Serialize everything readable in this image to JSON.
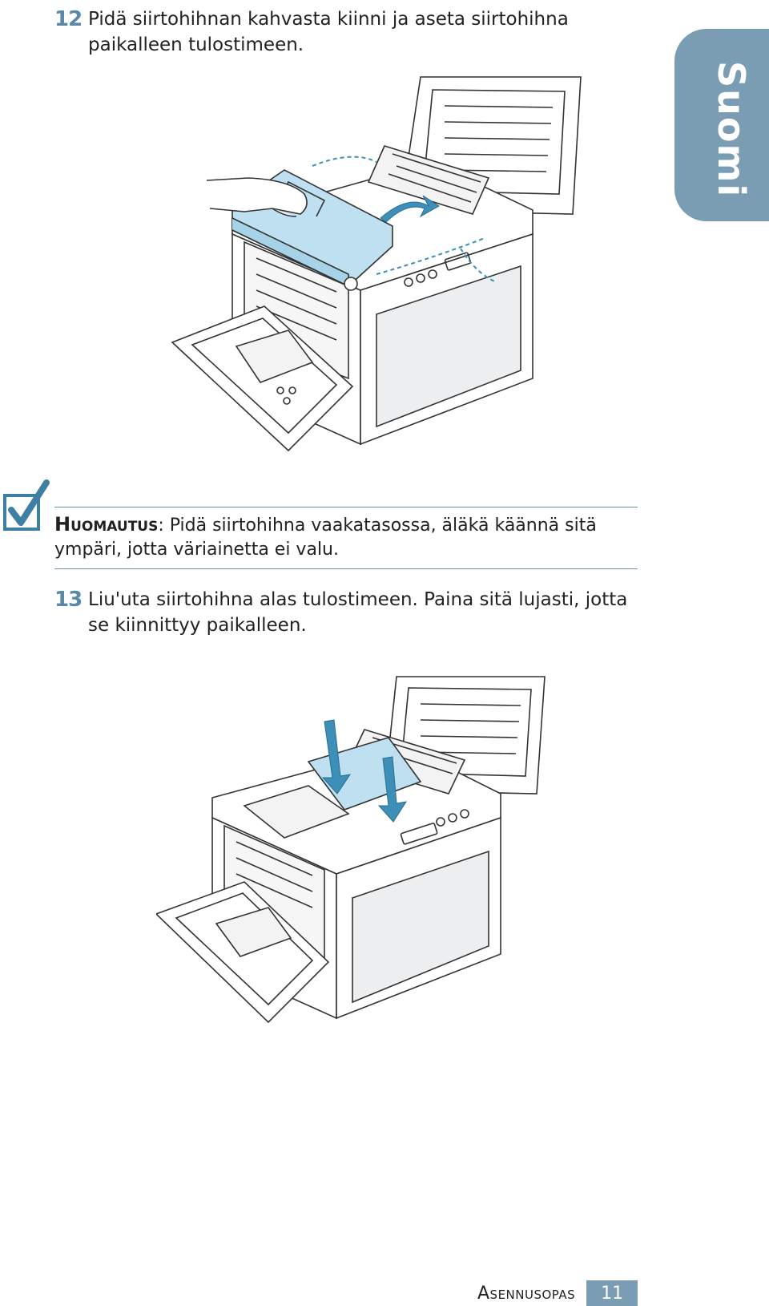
{
  "sidebar": {
    "language_tab": "Suomi"
  },
  "steps": [
    {
      "number": "12",
      "text_line1": "Pidä siirtohihnan kahvasta kiinni ja aseta siirtohihna",
      "text_line2": "paikalleen tulostimeen."
    },
    {
      "number": "13",
      "text_line1": "Liu'uta siirtohihna alas tulostimeen. Paina sitä lujasti, jotta",
      "text_line2": "se kiinnittyy paikalleen."
    }
  ],
  "note": {
    "label": "Huomautus",
    "text_line1": ": Pidä siirtohihna vaakatasossa, äläkä käännä sitä",
    "text_line2": "ympäri, jotta väriainetta ei valu."
  },
  "footer": {
    "section": "Asennusopas",
    "page": "11"
  },
  "colors": {
    "accent": "#7b9db3",
    "step_number": "#5a89a8",
    "highlight": "#bfe0f0"
  }
}
